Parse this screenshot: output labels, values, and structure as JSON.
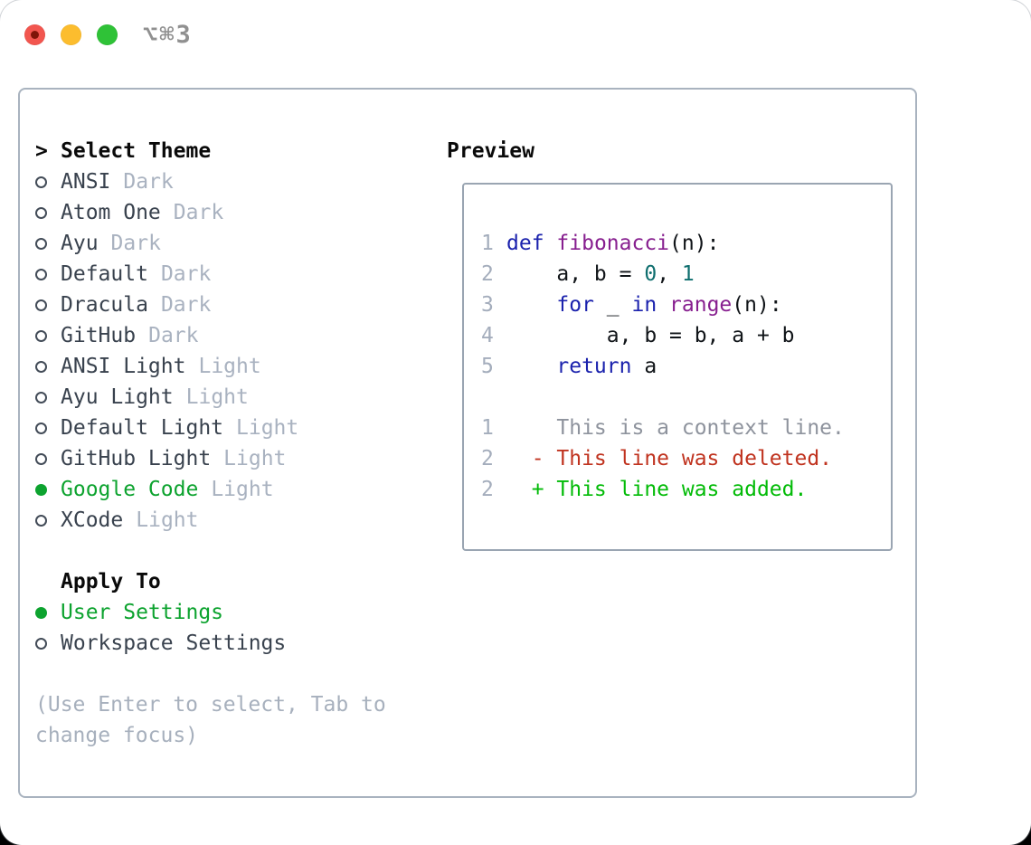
{
  "titlebar": {
    "shortcut": "⌥⌘3"
  },
  "theme_selector": {
    "title_marker": ">",
    "title": "Select Theme",
    "items": [
      {
        "name": "ANSI",
        "tag": "Dark",
        "selected": false
      },
      {
        "name": "Atom One",
        "tag": "Dark",
        "selected": false
      },
      {
        "name": "Ayu",
        "tag": "Dark",
        "selected": false
      },
      {
        "name": "Default",
        "tag": "Dark",
        "selected": false
      },
      {
        "name": "Dracula",
        "tag": "Dark",
        "selected": false
      },
      {
        "name": "GitHub",
        "tag": "Dark",
        "selected": false
      },
      {
        "name": "ANSI Light",
        "tag": "Light",
        "selected": false
      },
      {
        "name": "Ayu Light",
        "tag": "Light",
        "selected": false
      },
      {
        "name": "Default Light",
        "tag": "Light",
        "selected": false
      },
      {
        "name": "GitHub Light",
        "tag": "Light",
        "selected": false
      },
      {
        "name": "Google Code",
        "tag": "Light",
        "selected": true
      },
      {
        "name": "XCode",
        "tag": "Light",
        "selected": false
      }
    ]
  },
  "apply_to": {
    "title": "Apply To",
    "items": [
      {
        "label": "User Settings",
        "selected": true
      },
      {
        "label": "Workspace Settings",
        "selected": false
      }
    ]
  },
  "help": {
    "line1": "(Use Enter to select, Tab to",
    "line2": "change focus)"
  },
  "preview": {
    "title": "Preview",
    "lines": [
      {
        "number": "1",
        "segments": [
          {
            "text": "def",
            "type": "keyword"
          },
          {
            "text": " ",
            "type": "plain"
          },
          {
            "text": "fibonacci",
            "type": "function"
          },
          {
            "text": "(n):",
            "type": "plain"
          }
        ]
      },
      {
        "number": "2",
        "segments": [
          {
            "text": "    a, b = ",
            "type": "plain"
          },
          {
            "text": "0",
            "type": "number"
          },
          {
            "text": ", ",
            "type": "plain"
          },
          {
            "text": "1",
            "type": "number"
          }
        ]
      },
      {
        "number": "3",
        "segments": [
          {
            "text": "    ",
            "type": "plain"
          },
          {
            "text": "for",
            "type": "keyword"
          },
          {
            "text": " _ ",
            "type": "plain"
          },
          {
            "text": "in",
            "type": "keyword"
          },
          {
            "text": " ",
            "type": "plain"
          },
          {
            "text": "range",
            "type": "function"
          },
          {
            "text": "(n):",
            "type": "plain"
          }
        ]
      },
      {
        "number": "4",
        "segments": [
          {
            "text": "        a, b = b, a + b",
            "type": "plain"
          }
        ]
      },
      {
        "number": "5",
        "segments": [
          {
            "text": "    ",
            "type": "plain"
          },
          {
            "text": "return",
            "type": "keyword"
          },
          {
            "text": " a",
            "type": "plain"
          }
        ]
      },
      {
        "number": "",
        "segments": []
      },
      {
        "number": "1",
        "segments": [
          {
            "text": "    This is a context line.",
            "type": "context"
          }
        ]
      },
      {
        "number": "2",
        "segments": [
          {
            "text": "  - This line was deleted.",
            "type": "deleted"
          }
        ]
      },
      {
        "number": "2",
        "segments": [
          {
            "text": "  + This line was added.",
            "type": "added"
          }
        ]
      }
    ]
  },
  "colors": {
    "selection_green": "#0da32f",
    "keyword_blue": "#1b22ad",
    "function_purple": "#871f8f",
    "number_teal": "#0e6e6e",
    "diff_deleted_red": "#c0331f",
    "diff_added_green": "#02bb07",
    "muted_gray": "#a9b2c0",
    "context_gray": "#8e939d",
    "text_dark": "#39424e",
    "panel_border": "#a9b3bf",
    "traffic_red": "#f2564f",
    "traffic_yellow": "#fcbd2e",
    "traffic_green": "#2fc237"
  }
}
